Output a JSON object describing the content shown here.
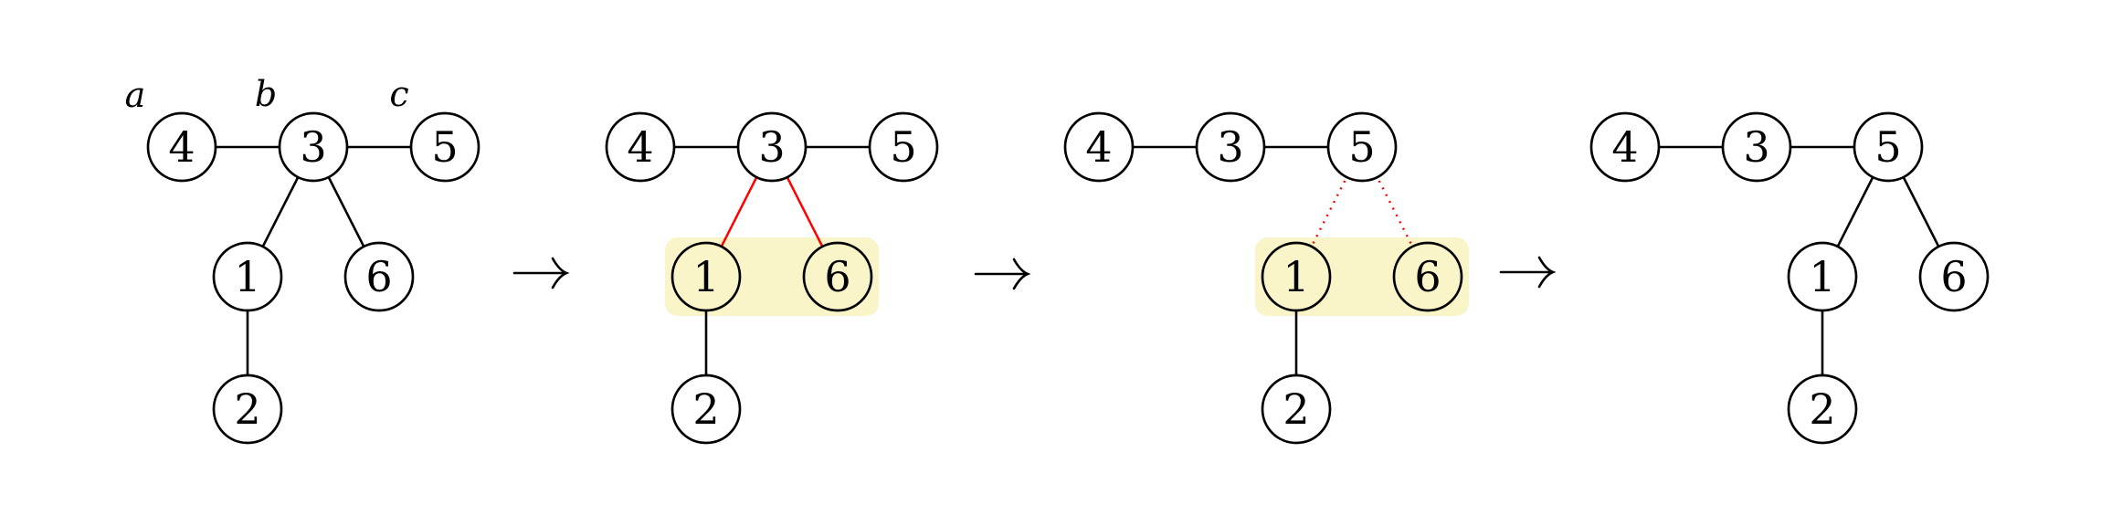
{
  "figure": {
    "type": "graph-transformation-sequence",
    "arrow_symbol": "→",
    "colors": {
      "edge_black": "#000000",
      "contracted_edge_red": "#ff0000",
      "highlight_yellow": "#faf5c8"
    },
    "annotations": {
      "a": "a",
      "b": "b",
      "c": "c"
    },
    "panels": [
      {
        "name": "step-1",
        "vertices": {
          "v1": "1",
          "v2": "2",
          "v3": "3",
          "v4": "4",
          "v5": "5",
          "v6": "6"
        },
        "edges": [
          "4-3",
          "3-5",
          "3-1",
          "3-6",
          "1-2"
        ]
      },
      {
        "name": "step-2",
        "vertices": {
          "v1": "1",
          "v2": "2",
          "v3": "3",
          "v4": "4",
          "v5": "5",
          "v6": "6"
        },
        "edges": [
          "4-3",
          "3-5",
          "3-1",
          "3-6",
          "1-2"
        ],
        "red_edges": [
          "3-1",
          "3-6"
        ],
        "highlighted_vertices": [
          "1",
          "6"
        ]
      },
      {
        "name": "step-3",
        "vertices": {
          "v1": "1",
          "v2": "2",
          "v3": "3",
          "v4": "4",
          "v5": "5",
          "v6": "6"
        },
        "edges": [
          "4-3",
          "3-5",
          "1-2"
        ],
        "dotted_red_edges": [
          "5-1",
          "5-6"
        ],
        "highlighted_vertices": [
          "1",
          "6"
        ]
      },
      {
        "name": "step-4",
        "vertices": {
          "v1": "1",
          "v2": "2",
          "v3": "3",
          "v4": "4",
          "v5": "5",
          "v6": "6"
        },
        "edges": [
          "4-3",
          "3-5",
          "5-1",
          "5-6",
          "1-2"
        ]
      }
    ]
  }
}
